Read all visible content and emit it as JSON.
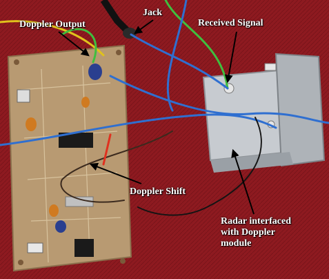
{
  "labels": {
    "doppler_output": "Doppler  Output",
    "jack": "Jack",
    "received_signal": "Received Signal",
    "doppler_shift": "Doppler Shift",
    "radar_line1": "Radar interfaced",
    "radar_line2": "with Doppler",
    "radar_line3": "module"
  },
  "colors": {
    "background_cloth": "#8e1a20",
    "pcb_board": "#b89a72",
    "radar_module_metal": "#bfc4c9",
    "wire_blue": "#2f6fd0",
    "wire_green": "#3fbf3f",
    "wire_yellow": "#e0c21c",
    "wire_red": "#e0311f",
    "label_text": "#ffffff",
    "arrow": "#000000"
  }
}
